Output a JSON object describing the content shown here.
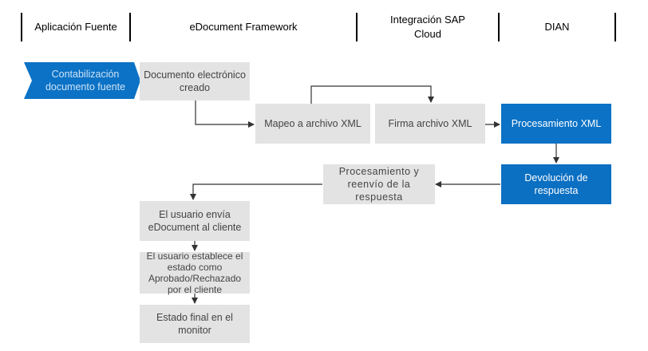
{
  "lanes": [
    {
      "label": "Aplicación Fuente"
    },
    {
      "label": "eDocument Framework"
    },
    {
      "label": "Integración SAP\nCloud"
    },
    {
      "label": "DIAN"
    }
  ],
  "nodes": {
    "source_posting": "Contabilización documento fuente",
    "doc_created": "Documento electrónico creado",
    "xml_mapping": "Mapeo a archivo XML",
    "xml_signature": "Firma archivo XML",
    "xml_processing": "Procesamiento XML",
    "response_return": "Devolución de respuesta",
    "response_processing": "Procesamiento y reenvío de la respuesta",
    "user_sends": "El usuario envía eDocument al cliente",
    "user_sets_status": "El usuario establece el estado como Aprobado/Rechazado por el cliente",
    "final_status": "Estado final en el monitor"
  },
  "colors": {
    "grey_box": "#e3e3e3",
    "blue_box": "#0b72c6",
    "connector": "#333333"
  }
}
